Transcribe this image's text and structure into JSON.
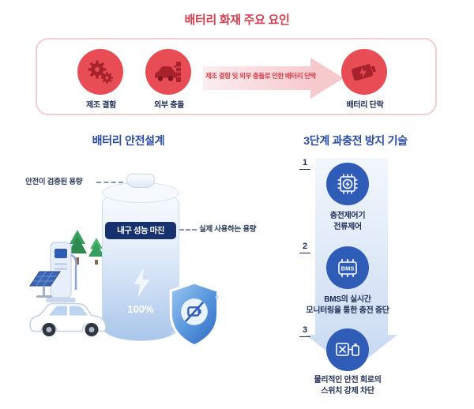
{
  "colors": {
    "red_title": "#d6404e",
    "red_circle": "#e84c55",
    "red_icon_dark": "#a8222c",
    "pink_border": "#f3cdd1",
    "arrow_pink": "#f6c9cd",
    "blue_title": "#2a4ca5",
    "blue_circle": "#2f5cb7",
    "navy_text": "#1f2d52",
    "badge_navy": "#17316e"
  },
  "top": {
    "title": "배터리 화재 주요 요인",
    "causes": [
      {
        "label": "제조 결함",
        "icon": "gears-icon"
      },
      {
        "label": "외부 충돌",
        "icon": "car-crash-icon"
      }
    ],
    "arrow_text": "제조 결함 및 외부 충돌로 인한 배터리 단락",
    "result_label": "배터리 단락",
    "result_icon": "battery-short-icon"
  },
  "safety": {
    "title": "배터리 안전설계",
    "verified_label": "안전이 검증된 용량",
    "margin_badge": "내구 성능 마진",
    "actual_label": "실제 사용하는 용량",
    "charge_percent": "100%",
    "illustration_icons": [
      "battery-cylinder",
      "lightning-bolt-icon",
      "shield-protection-icon",
      "ev-car-icon",
      "ev-charger-icon",
      "solar-panel-icon",
      "trees-icon"
    ]
  },
  "prevention": {
    "title": "3단계 과충전 방지 기술",
    "steps": [
      {
        "num": "1",
        "text": "충전제어기\n전류제어",
        "icon": "charge-controller-chip-icon"
      },
      {
        "num": "2",
        "text": "BMS의 실시간\n모니터링을 통한 충전 중단",
        "icon": "bms-chip-icon",
        "icon_label": "BMS"
      },
      {
        "num": "3",
        "text": "물리적인 안전 회로의\n스위치 강제 차단",
        "icon": "safety-switch-icon"
      }
    ]
  }
}
